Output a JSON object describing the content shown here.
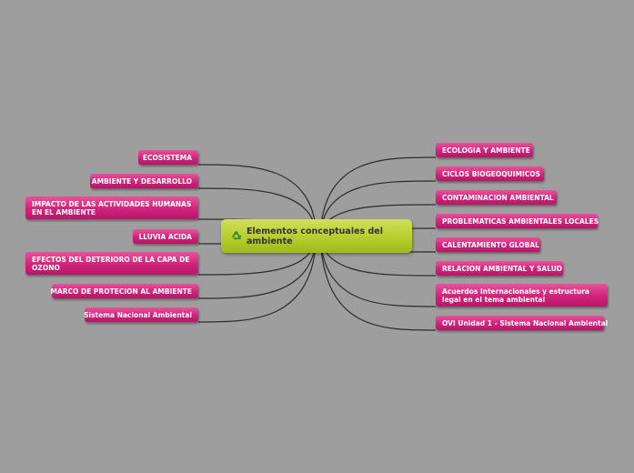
{
  "central": {
    "title": "Elementos conceptuales del ambiente",
    "icon": "recycle-icon"
  },
  "left_topics": [
    {
      "label": "ECOSISTEMA"
    },
    {
      "label": "AMBIENTE Y DESARROLLO"
    },
    {
      "label": "IMPACTO DE LAS ACTIVIDADES HUMANAS EN EL AMBIENTE"
    },
    {
      "label": "LLUVIA ACIDA"
    },
    {
      "label": "EFECTOS DEL DETERIORO DE LA CAPA DE OZONO"
    },
    {
      "label": "MARCO DE PROTECION AL AMBIENTE"
    },
    {
      "label": "Sistema Nacional Ambiental"
    }
  ],
  "right_topics": [
    {
      "label": "ECOLOGIA Y AMBIENTE"
    },
    {
      "label": "CICLOS BIOGEOQUIMICOS"
    },
    {
      "label": "CONTAMINACION AMBIENTAL"
    },
    {
      "label": "PROBLEMATICAS AMBIENTALES LOCALES"
    },
    {
      "label": "CALENTAMIENTO GLOBAL"
    },
    {
      "label": "RELACION AMBIENTAL Y SALUD"
    },
    {
      "label": "Acuerdos Internacionales y estructura legal en el tema ambiental"
    },
    {
      "label": "OVI Unidad 1 - Sistema Nacional Ambiental"
    }
  ],
  "colors": {
    "background": "#9e9e9e",
    "topic": "#d0237c",
    "central": "#b4cc2a",
    "connector": "#2b2b2b"
  }
}
